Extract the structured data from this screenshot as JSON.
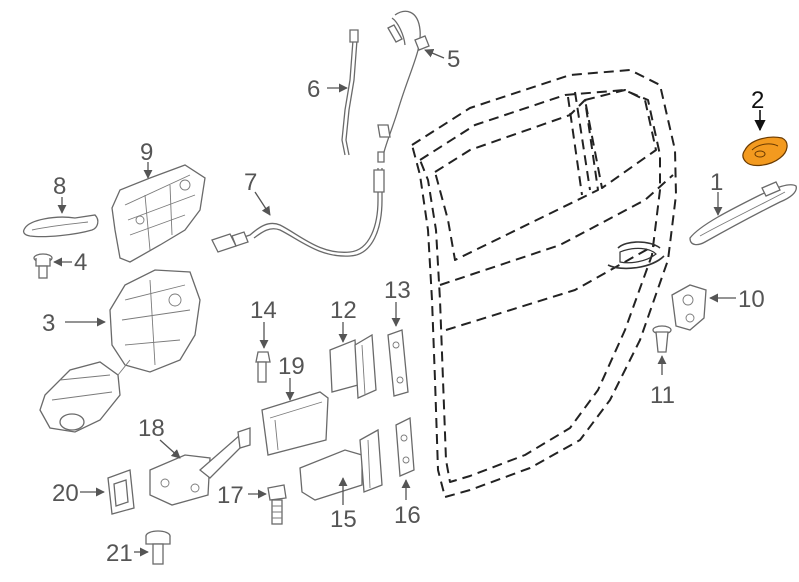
{
  "callouts": [
    {
      "id": "c1",
      "text": "1"
    },
    {
      "id": "c2",
      "text": "2"
    },
    {
      "id": "c3",
      "text": "3"
    },
    {
      "id": "c4",
      "text": "4"
    },
    {
      "id": "c5",
      "text": "5"
    },
    {
      "id": "c6",
      "text": "6"
    },
    {
      "id": "c7",
      "text": "7"
    },
    {
      "id": "c8",
      "text": "8"
    },
    {
      "id": "c9",
      "text": "9"
    },
    {
      "id": "c10",
      "text": "10"
    },
    {
      "id": "c11",
      "text": "11"
    },
    {
      "id": "c12",
      "text": "12"
    },
    {
      "id": "c13",
      "text": "13"
    },
    {
      "id": "c14",
      "text": "14"
    },
    {
      "id": "c15",
      "text": "15"
    },
    {
      "id": "c16",
      "text": "16"
    },
    {
      "id": "c17",
      "text": "17"
    },
    {
      "id": "c18",
      "text": "18"
    },
    {
      "id": "c19",
      "text": "19"
    },
    {
      "id": "c20",
      "text": "20"
    },
    {
      "id": "c21",
      "text": "21"
    }
  ],
  "highlight_color": "#f39a1f"
}
